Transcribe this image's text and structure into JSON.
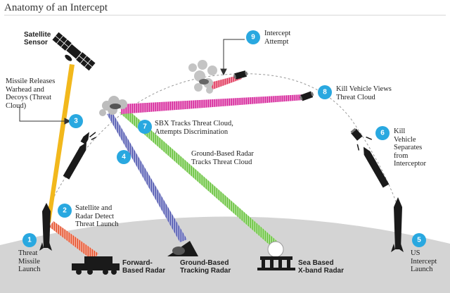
{
  "title": "Anatomy of an Intercept",
  "colors": {
    "badge": "#29a8e0",
    "orange_beam": "#e6502a",
    "yellow_beam": "#f2b81c",
    "blue_beam": "#4e55b0",
    "green_beam": "#66c23a",
    "magenta_beam": "#d6249a",
    "ground": "#d4d4d4",
    "silhouette": "#1a1a1a"
  },
  "labels": {
    "satellite": "Satellite\nSensor",
    "missile_releases": "Missile Releases\nWarhead and\nDecoys (Threat\nCloud)",
    "threat_launch": "Threat\nMissile\nLaunch",
    "satellite_radar": "Satellite and\nRadar Detect\nThreat Launch",
    "gbr_tracks": "Ground-Based Radar\nTracks Threat Cloud",
    "sbx_tracks": "SBX Tracks Threat Cloud,\nAttempts Discrimination",
    "intercept_attempt": "Intercept\nAttempt",
    "kill_vehicle_views": "Kill Vehicle Views\nThreat Cloud",
    "kill_vehicle_separates": "Kill\nVehicle\nSeparates\nfrom\nInterceptor",
    "us_launch": "US\nIntercept\nLaunch",
    "forward_radar": "Forward-\nBased Radar",
    "ground_radar": "Ground-Based\nTracking Radar",
    "sea_radar": "Sea Based\nX-band Radar"
  },
  "badges": [
    "1",
    "2",
    "3",
    "4",
    "5",
    "6",
    "7",
    "8",
    "9"
  ]
}
